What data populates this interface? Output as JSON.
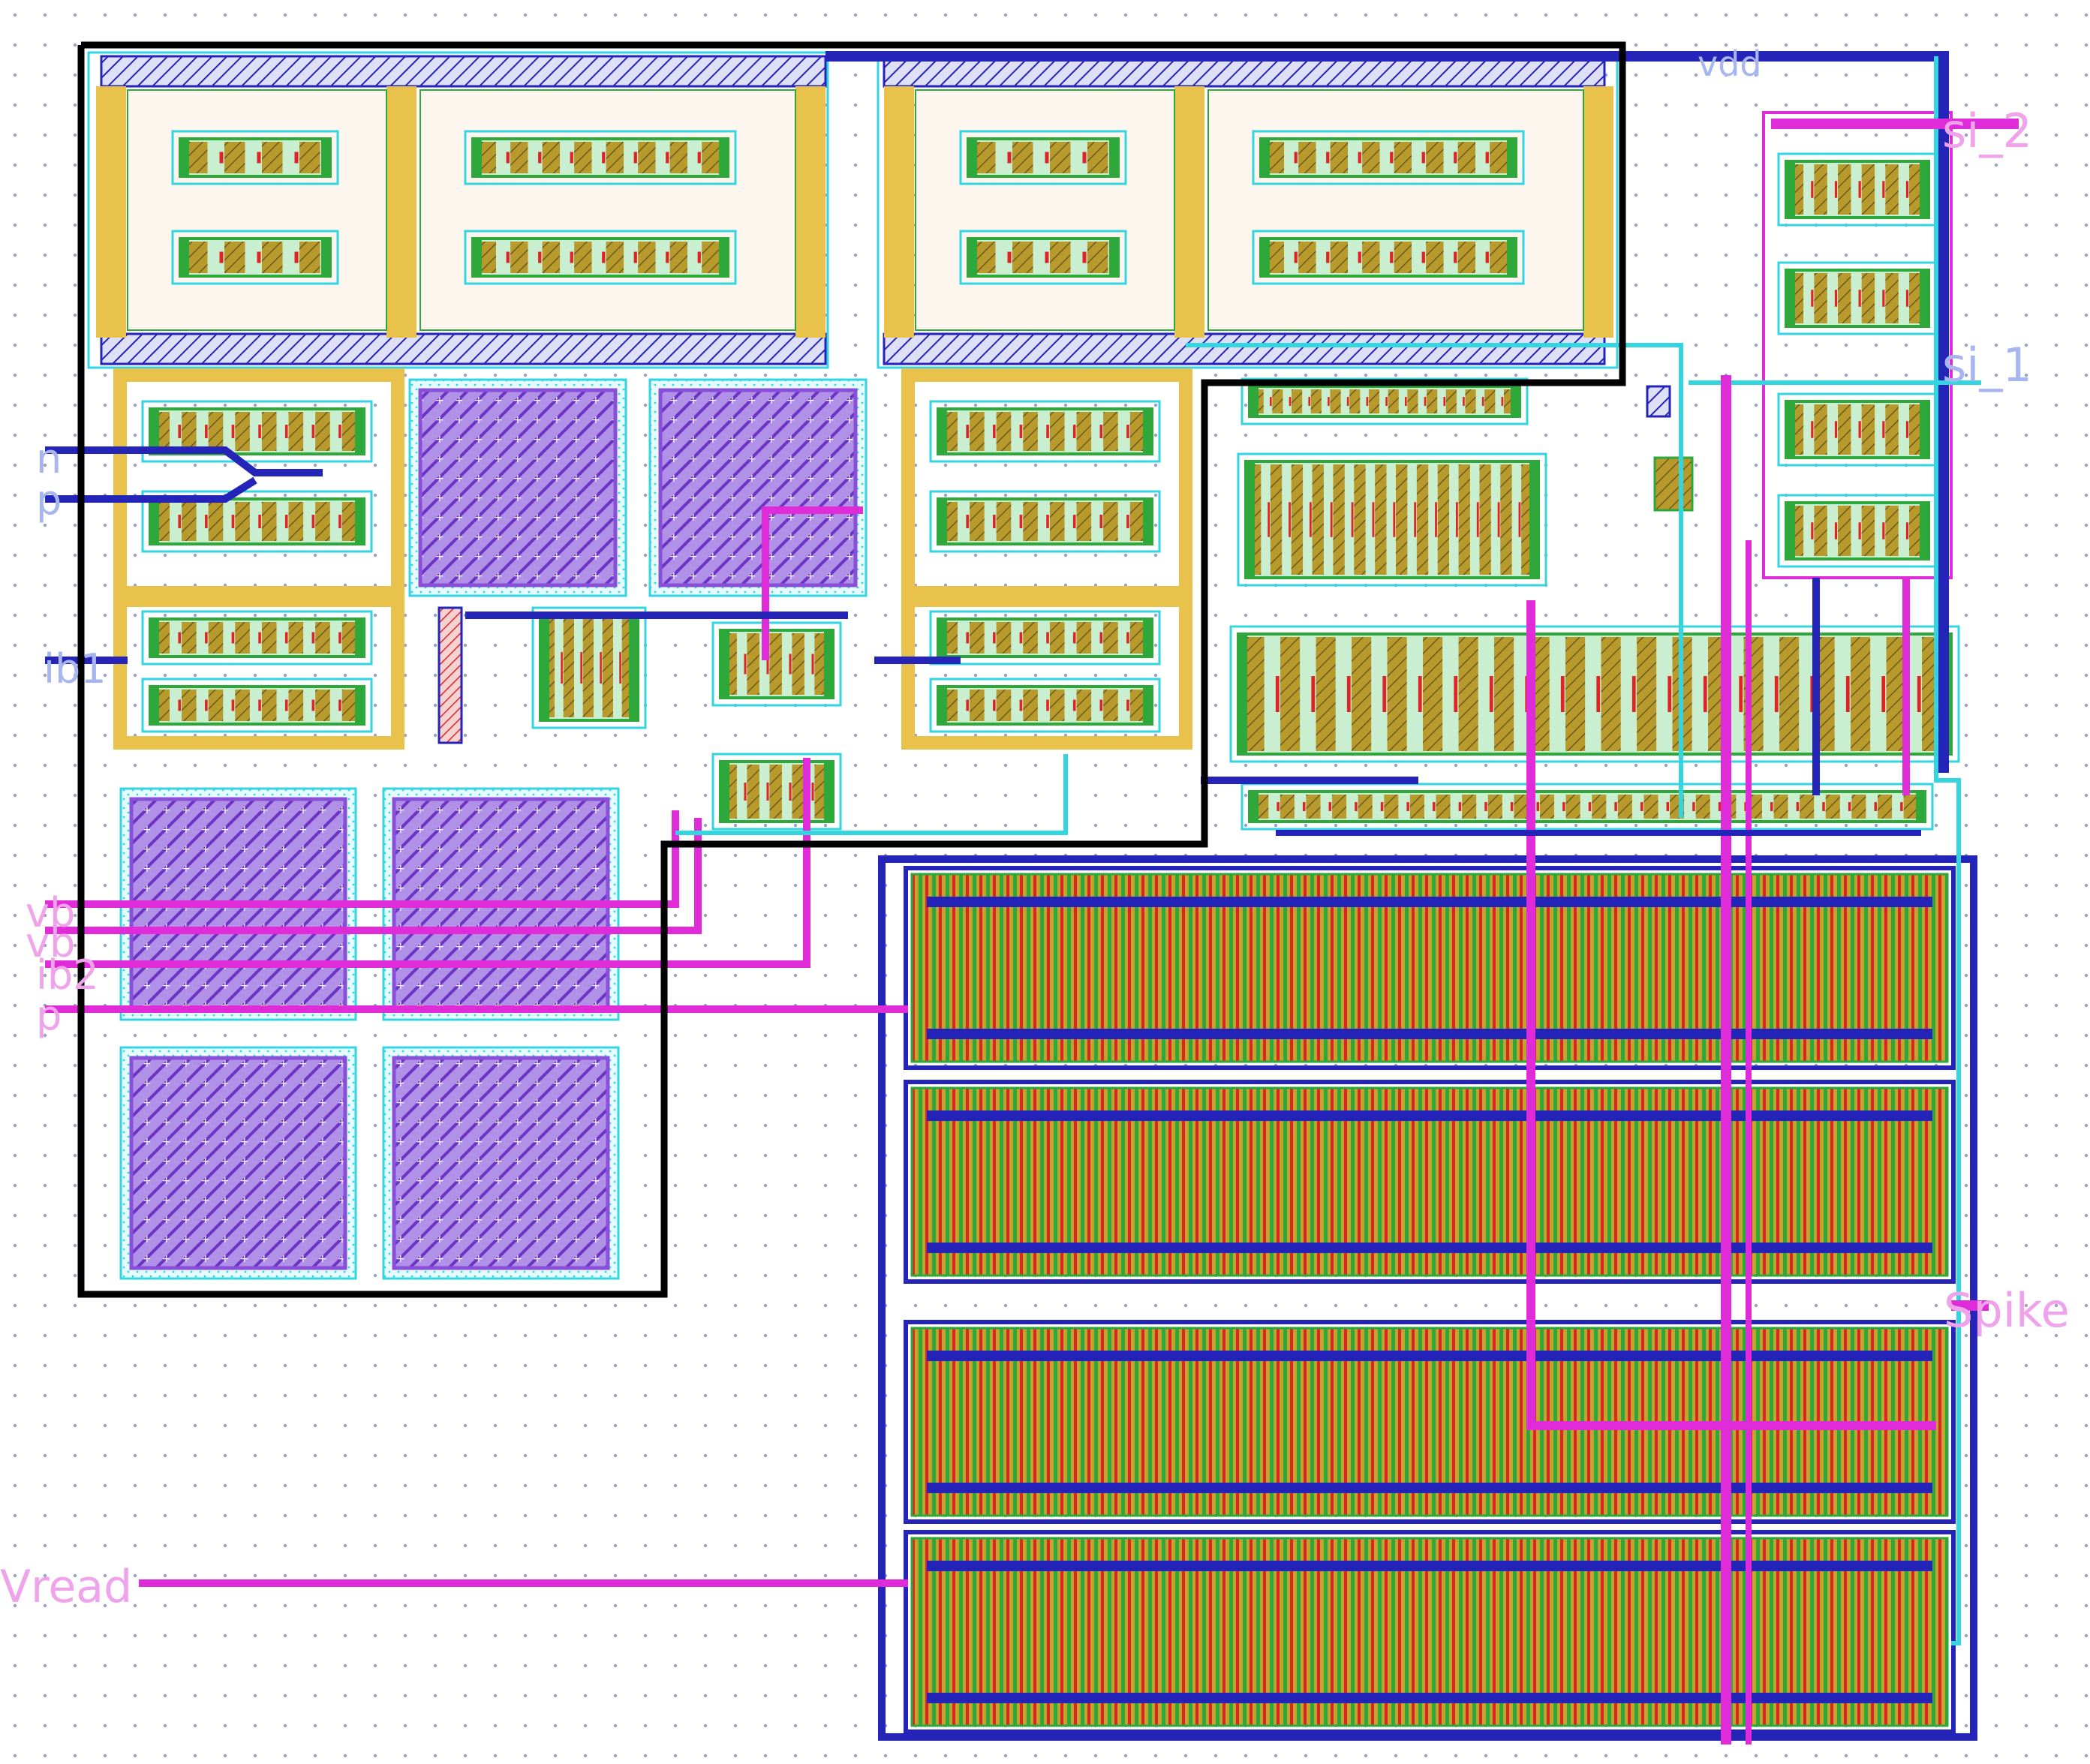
{
  "title": "",
  "labels": {
    "in_top_n": "n",
    "in_top_p": "p",
    "ib1": "ib1",
    "vb_a": "vb",
    "vb_b": "vb",
    "ib2": "ib2",
    "p_low": "p",
    "vread": "Vread",
    "top_right": "vdd",
    "si2": "si_2",
    "si1": "si_1",
    "spike": "Spike"
  },
  "colors": {
    "background": "#ffffff",
    "grid_dot": "#9aa0c8",
    "metal1": "#2424b8",
    "metal2": "#e02cd8",
    "nwell": "#33d6e0",
    "poly": "#e02424",
    "active": "#2ea83a",
    "diffusion": "#b89a2c",
    "ndiff": "#c9a43a",
    "cap": "#8a4fd8",
    "outline": "#000000",
    "pin_blue": "#a7b6ee",
    "pin_pink": "#eea3ea"
  }
}
